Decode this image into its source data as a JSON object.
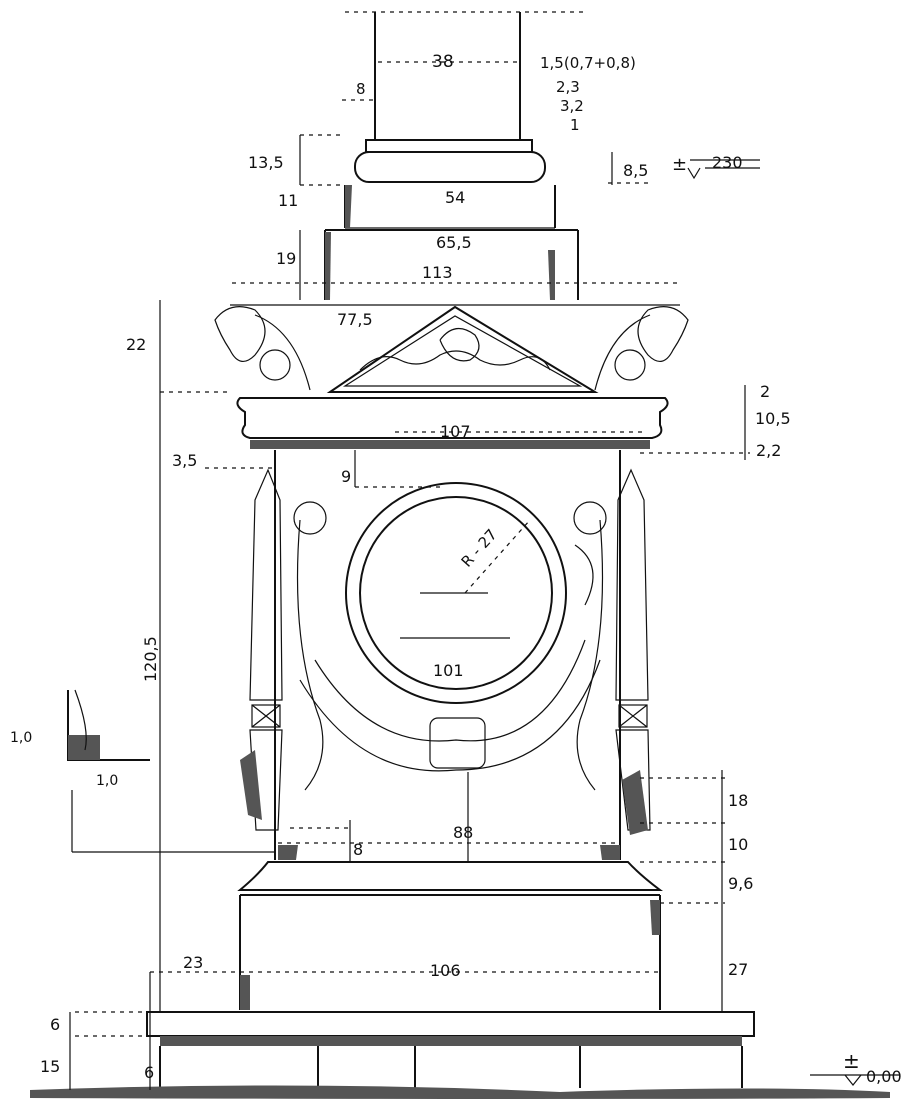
{
  "drawing": {
    "labels": {
      "d38": "38",
      "d1_5": "1,5(0,7+0,8)",
      "d2_3": "2,3",
      "d3_2": "3,2",
      "d1_top": "1",
      "d8_top": "8",
      "d13_5": "13,5",
      "d8_5": "8,5",
      "d230": "230",
      "d11": "11",
      "d54": "54",
      "d65_5": "65,5",
      "d19": "19",
      "d113": "113",
      "d22": "22",
      "d77_5": "77,5",
      "d2_right": "2",
      "d10_5": "10,5",
      "d107": "107",
      "d2_2": "2,2",
      "d3_5": "3,5",
      "d9": "9",
      "r27": "R - 27",
      "d120_5": "120,5",
      "d101": "101",
      "d1_0a": "1,0",
      "d1_0b": "1,0",
      "d18": "18",
      "d88": "88",
      "d8_low": "8",
      "d10_low": "10",
      "d9_6": "9,6",
      "d23": "23",
      "d106": "106",
      "d27": "27",
      "d6_top": "6",
      "d15": "15",
      "d6_bot": "6",
      "level0": "0,00"
    }
  }
}
